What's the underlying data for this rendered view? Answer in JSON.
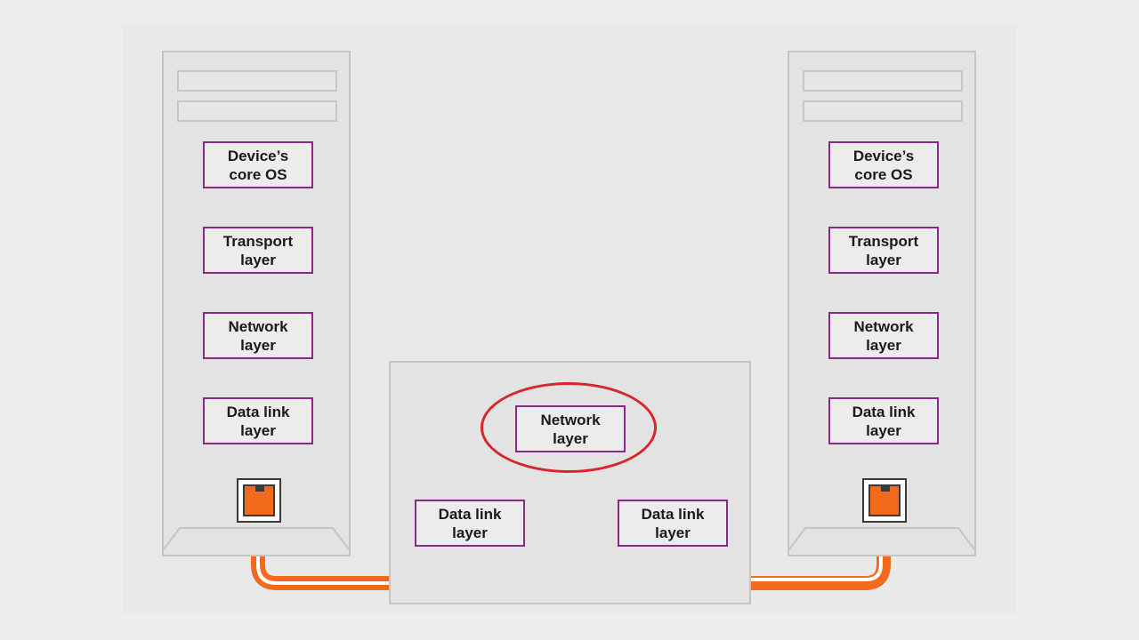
{
  "left_device": {
    "layers": {
      "core_os": "Device’s\ncore OS",
      "transport": "Transport\nlayer",
      "network": "Network\nlayer",
      "data_link": "Data link\nlayer"
    }
  },
  "right_device": {
    "layers": {
      "core_os": "Device’s\ncore OS",
      "transport": "Transport\nlayer",
      "network": "Network\nlayer",
      "data_link": "Data link\nlayer"
    }
  },
  "router": {
    "network": "Network\nlayer",
    "data_link_left": "Data link\nlayer",
    "data_link_right": "Data link\nlayer"
  },
  "colors": {
    "layer_border": "#8a2a86",
    "cable": "#f26a1b",
    "highlight": "#d8262c",
    "device_fill": "#e3e3e3",
    "background": "#eeeeee"
  },
  "icons": {
    "port": "ethernet-port-icon",
    "cable": "ethernet-cable"
  }
}
